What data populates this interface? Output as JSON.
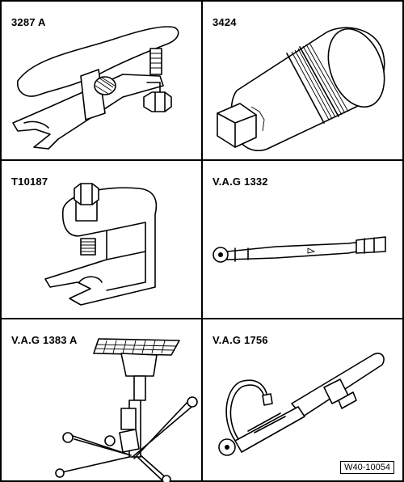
{
  "tools": [
    {
      "label": "3287 A",
      "icon": "ball-joint-puller"
    },
    {
      "label": "3424",
      "icon": "socket-adapter"
    },
    {
      "label": "T10187",
      "icon": "press-clamp"
    },
    {
      "label": "V.A.G 1332",
      "icon": "torque-wrench"
    },
    {
      "label": "V.A.G 1383 A",
      "icon": "transmission-jack"
    },
    {
      "label": "V.A.G 1756",
      "icon": "torque-wrench-flexible"
    }
  ],
  "figure_reference": "W40-10054"
}
